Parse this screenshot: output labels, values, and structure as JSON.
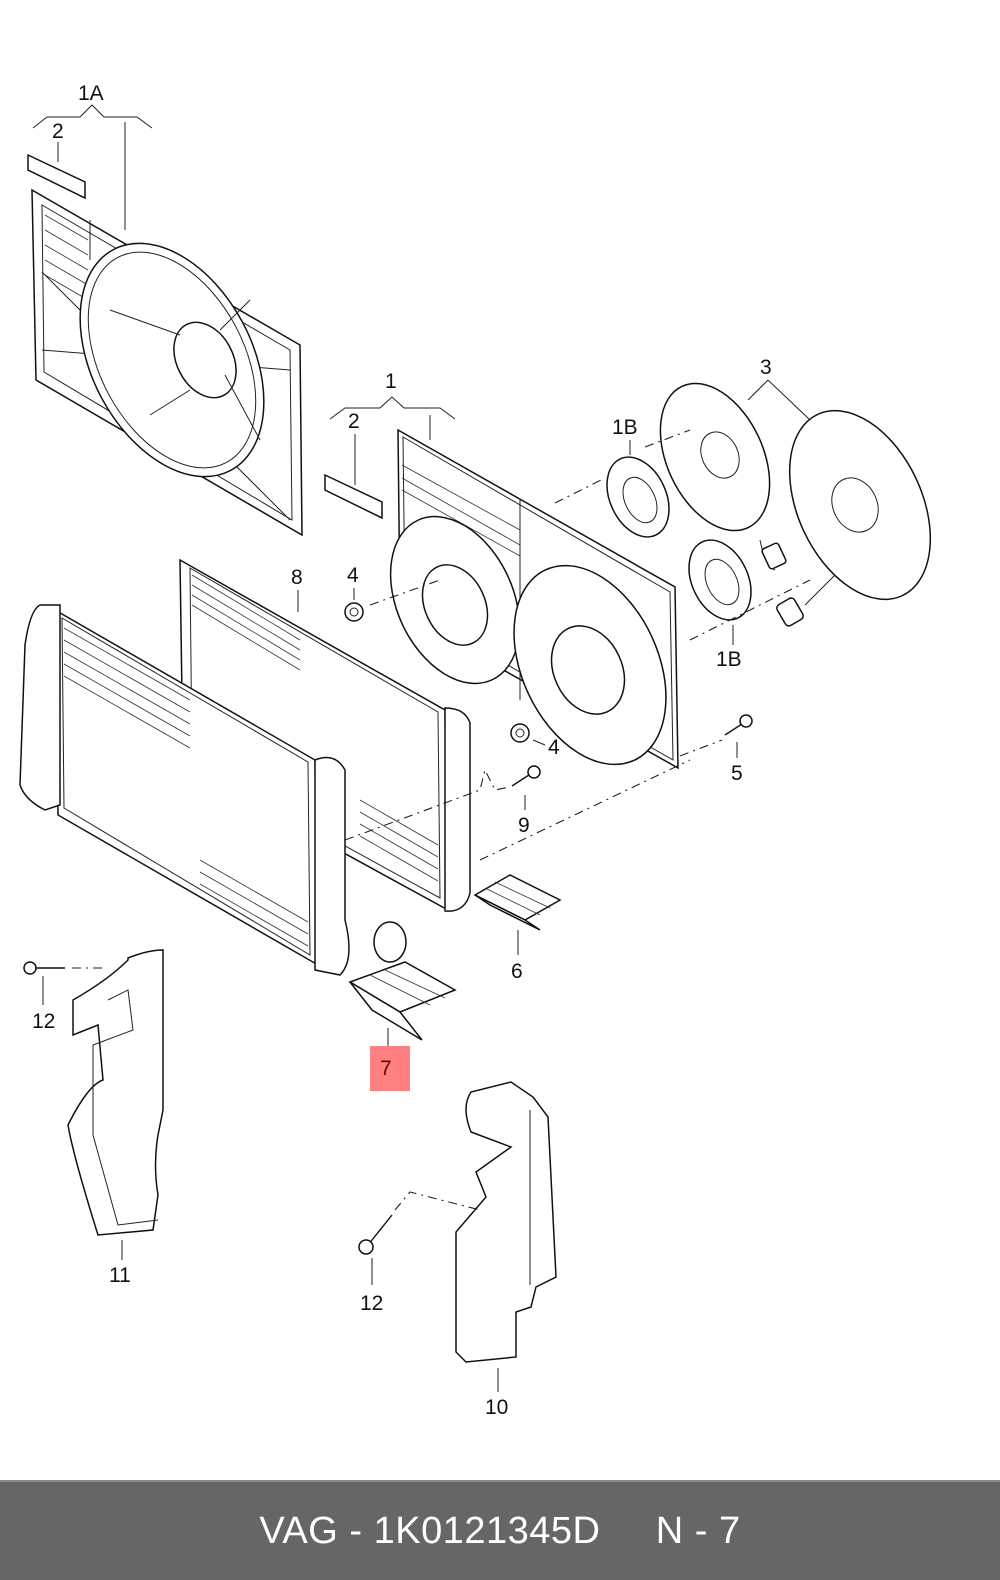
{
  "diagram": {
    "title": "Radiator / Fan Shroud Exploded Parts Diagram",
    "highlight_color": "#ff8080",
    "highlighted_part": "7",
    "callouts": [
      {
        "id": "1A",
        "label": "1A"
      },
      {
        "id": "2a",
        "label": "2"
      },
      {
        "id": "1",
        "label": "1"
      },
      {
        "id": "2b",
        "label": "2"
      },
      {
        "id": "3",
        "label": "3"
      },
      {
        "id": "1Ba",
        "label": "1B"
      },
      {
        "id": "1Bb",
        "label": "1B"
      },
      {
        "id": "8",
        "label": "8"
      },
      {
        "id": "4a",
        "label": "4"
      },
      {
        "id": "4b",
        "label": "4"
      },
      {
        "id": "5",
        "label": "5"
      },
      {
        "id": "9",
        "label": "9"
      },
      {
        "id": "6",
        "label": "6"
      },
      {
        "id": "7",
        "label": "7"
      },
      {
        "id": "12a",
        "label": "12"
      },
      {
        "id": "11",
        "label": "11"
      },
      {
        "id": "12b",
        "label": "12"
      },
      {
        "id": "10",
        "label": "10"
      }
    ]
  },
  "footer": {
    "brand": "VAG",
    "part_number": "1K0121345D",
    "position": "N - 7",
    "text": "VAG - 1K0121345D     N - 7"
  }
}
